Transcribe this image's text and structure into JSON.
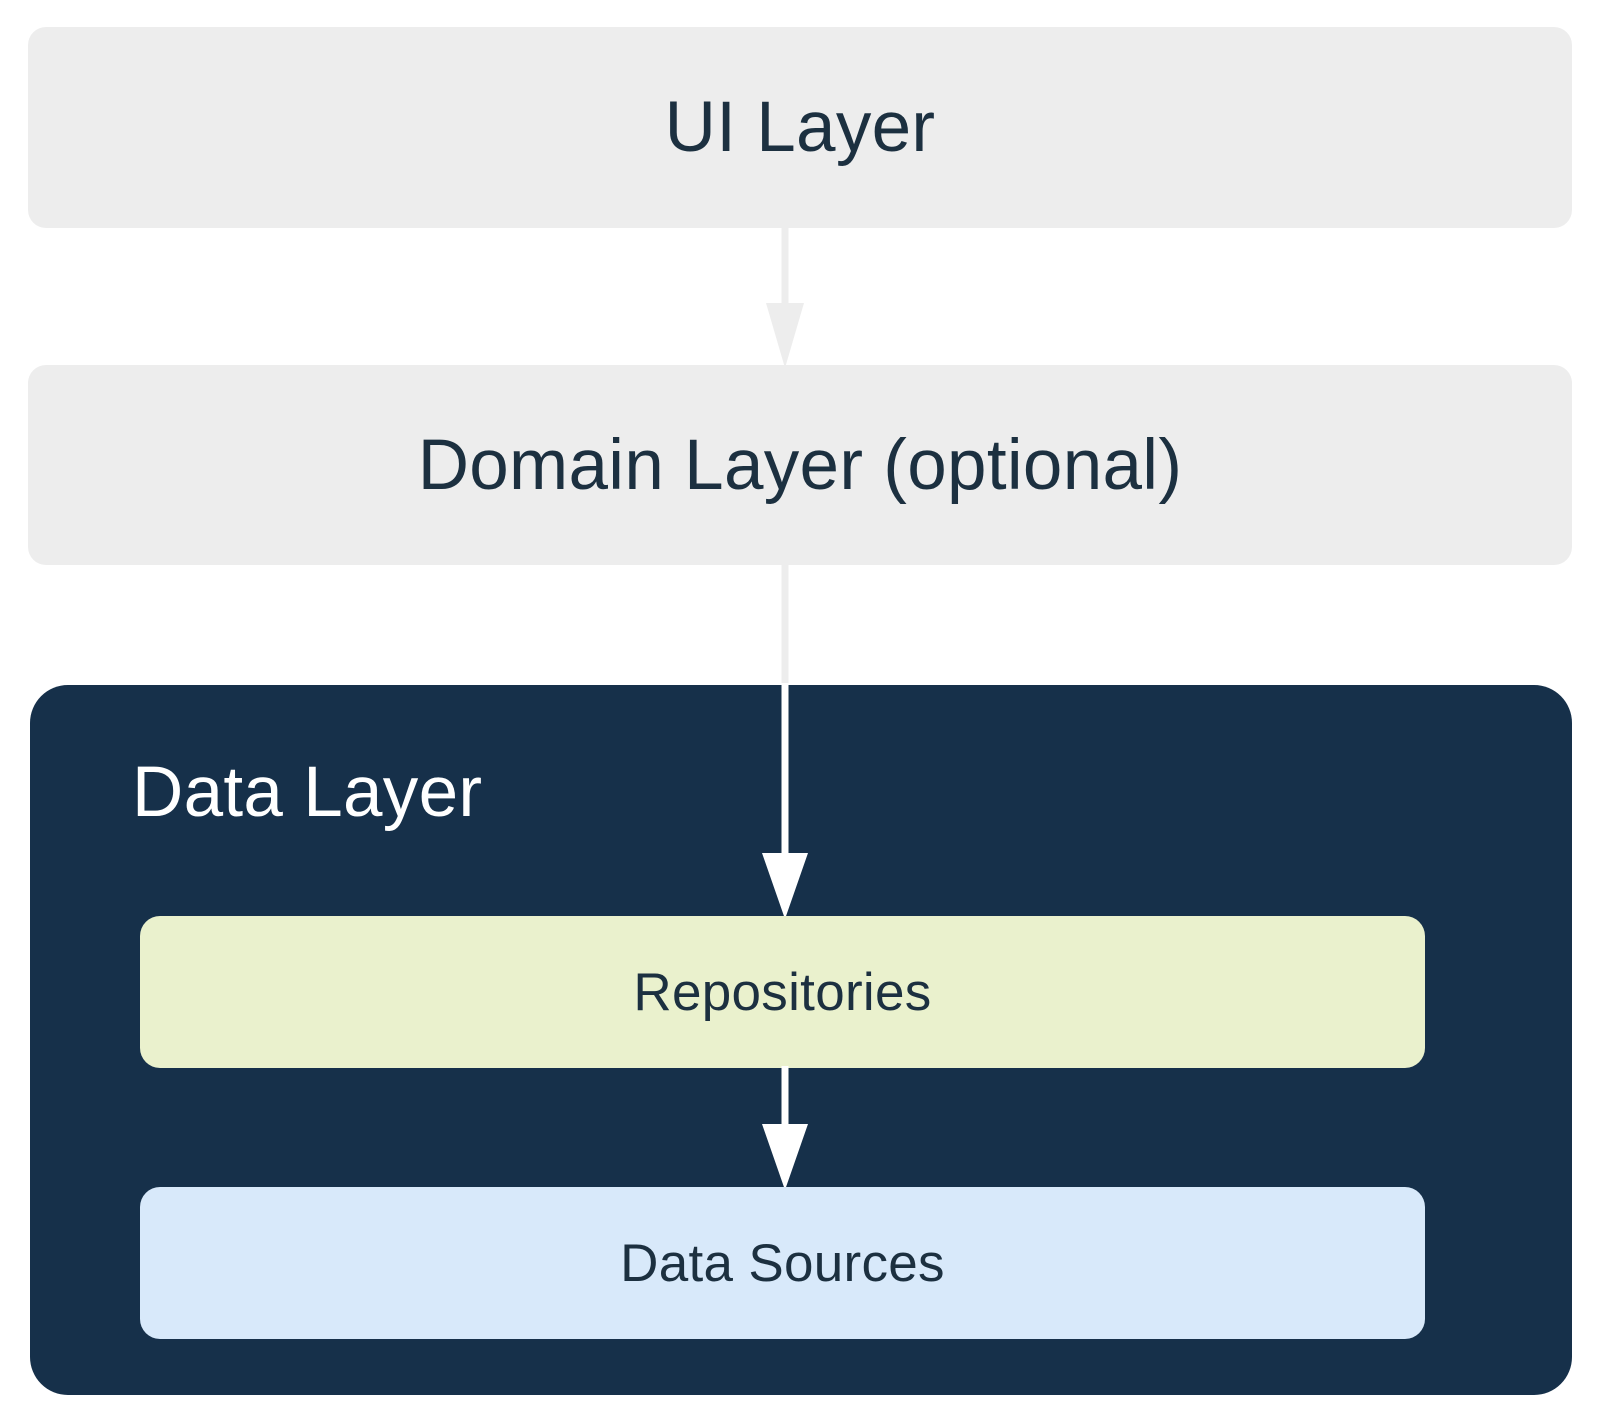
{
  "diagram": {
    "title": "Android app architecture layers",
    "type": "layered-architecture",
    "background_color": "#ffffff"
  },
  "layers": {
    "ui": {
      "label": "UI Layer",
      "background_color": "#ededed",
      "text_color": "#1c3040"
    },
    "domain": {
      "label": "Domain Layer (optional)",
      "background_color": "#ededed",
      "text_color": "#1c3040"
    },
    "data": {
      "label": "Data Layer",
      "background_color": "#16304a",
      "text_color": "#ffffff",
      "children": {
        "repositories": {
          "label": "Repositories",
          "background_color": "#eaf1cd",
          "text_color": "#1c3040"
        },
        "data_sources": {
          "label": "Data Sources",
          "background_color": "#d8e9fa",
          "text_color": "#1c3040"
        }
      }
    }
  },
  "arrows": [
    {
      "name": "ui-to-domain",
      "from": "UI Layer",
      "to": "Domain Layer (optional)",
      "color": "#ededed",
      "direction": "down"
    },
    {
      "name": "domain-to-repositories",
      "from": "Domain Layer (optional)",
      "to": "Repositories",
      "color": "#ededed",
      "head_color": "#ffffff",
      "direction": "down"
    },
    {
      "name": "repositories-to-data-sources",
      "from": "Repositories",
      "to": "Data Sources",
      "color": "#ffffff",
      "direction": "down"
    }
  ]
}
